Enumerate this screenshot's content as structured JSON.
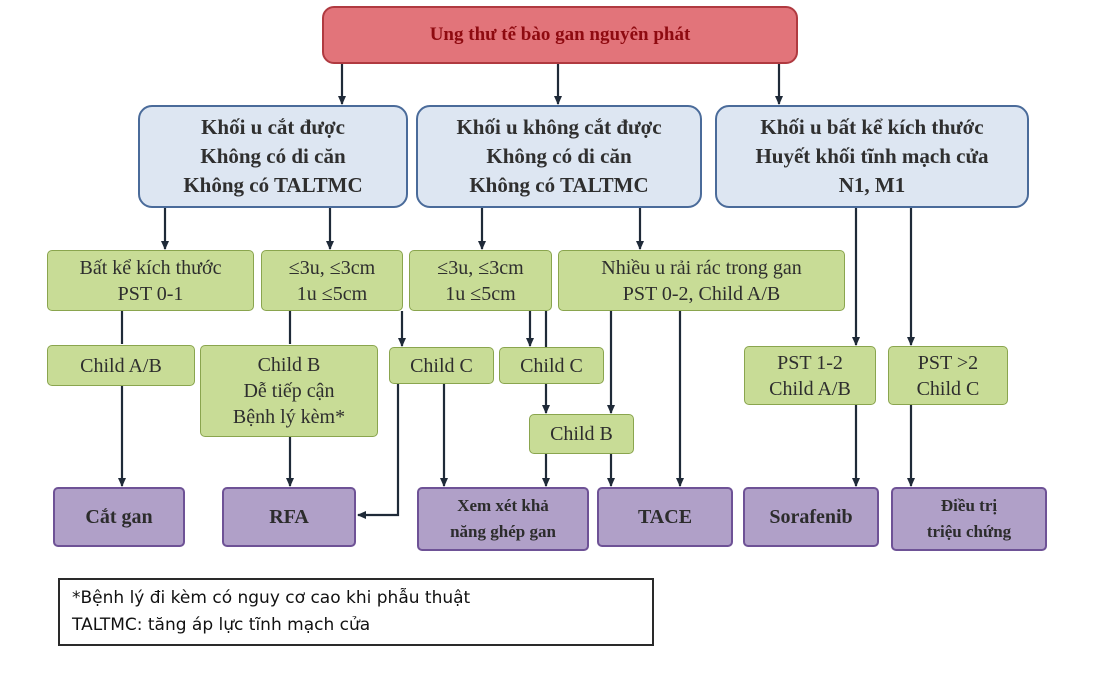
{
  "root": "Ung thư tế bào gan nguyên phát",
  "branches": {
    "resectable": [
      "Khối u cắt được",
      "Không có di căn",
      "Không có TALTMC"
    ],
    "unresectable": [
      "Khối u không cắt được",
      "Không có di căn",
      "Không có TALTMC"
    ],
    "any_size": [
      "Khối u bất kể kích thước",
      "Huyết khối tĩnh mạch cửa",
      "N1, M1"
    ]
  },
  "criteria": {
    "any_size_pst": [
      "Bất kể kích thước",
      "PST 0-1"
    ],
    "small_1": [
      "≤3u, ≤3cm",
      "1u ≤5cm"
    ],
    "small_2": [
      "≤3u, ≤3cm",
      "1u ≤5cm"
    ],
    "multi": [
      "Nhiều u rải rác trong gan",
      "PST 0-2, Child A/B"
    ],
    "child_ab": "Child A/B",
    "child_b_access": [
      "Child B",
      "Dễ tiếp cận",
      "Bệnh lý kèm*"
    ],
    "child_c_1": "Child C",
    "child_c_2": "Child C",
    "child_b": "Child B",
    "pst_12": [
      "PST 1-2",
      "Child A/B"
    ],
    "pst_gt2": [
      "PST >2",
      "Child C"
    ]
  },
  "treatments": {
    "resection": "Cắt gan",
    "rfa": "RFA",
    "transplant": [
      "Xem xét khả",
      "năng ghép gan"
    ],
    "tace": "TACE",
    "sorafenib": "Sorafenib",
    "symptomatic": [
      "Điều trị",
      "triệu chứng"
    ]
  },
  "notes": [
    "*Bệnh lý đi kèm có nguy cơ cao khi phẫu thuật",
    "TALTMC: tăng áp lực tĩnh mạch cửa"
  ]
}
